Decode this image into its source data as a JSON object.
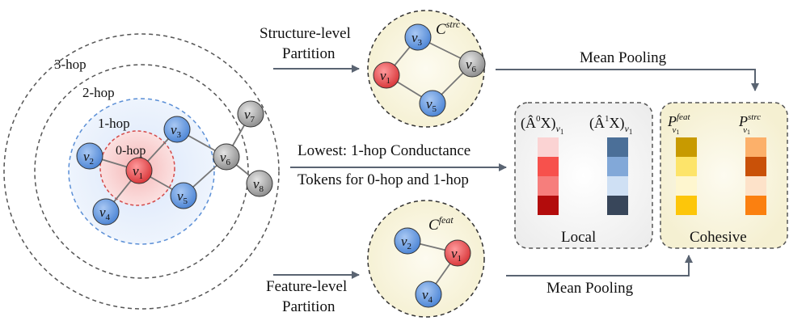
{
  "hops": {
    "h3": "3-hop",
    "h2": "2-hop",
    "h1": "1-hop",
    "h0": "0-hop"
  },
  "node_var": "v",
  "nodes": {
    "n1": "1",
    "n2": "2",
    "n3": "3",
    "n4": "4",
    "n5": "5",
    "n6": "6",
    "n7": "7",
    "n8": "8"
  },
  "structure": {
    "line1": "Structure-level",
    "line2": "Partition",
    "c_base": "C",
    "c_sup": "strc"
  },
  "feature": {
    "line1": "Feature-level",
    "line2": "Partition",
    "c_base": "C",
    "c_sup": "feat"
  },
  "mean_pooling_top": "Mean Pooling",
  "mean_pooling_bottom": "Mean Pooling",
  "middle": {
    "line1": "Lowest: 1-hop Conductance",
    "line2": "Tokens for 0-hop and 1-hop"
  },
  "local": {
    "title": "Local",
    "col1_open": "(Â",
    "col1_sup": "0",
    "col1_close": "X)",
    "col2_open": "(Â",
    "col2_sup": "1",
    "col2_close": "X)",
    "sub_var": "v",
    "sub_idx": "1"
  },
  "cohesive": {
    "title": "Cohesive",
    "p_base": "P",
    "p1_sup": "feat",
    "p2_sup": "strc",
    "sub_var": "v",
    "sub_idx": "1"
  },
  "colors": {
    "red_node": "#e8575a",
    "blue_node": "#6b9fe0",
    "gray_node": "#a8a8a8",
    "local_col1": [
      "#fbd3d3",
      "#f7514c",
      "#f67e7c",
      "#b30c0c"
    ],
    "local_col2": [
      "#4b6f98",
      "#82a8d8",
      "#cfe0f4",
      "#38465a"
    ],
    "cohesive_col1": [
      "#c89a00",
      "#fde46a",
      "#fef6cf",
      "#fdc60a"
    ],
    "cohesive_col2": [
      "#fcb06a",
      "#c95108",
      "#fde2c9",
      "#fb8010"
    ]
  }
}
